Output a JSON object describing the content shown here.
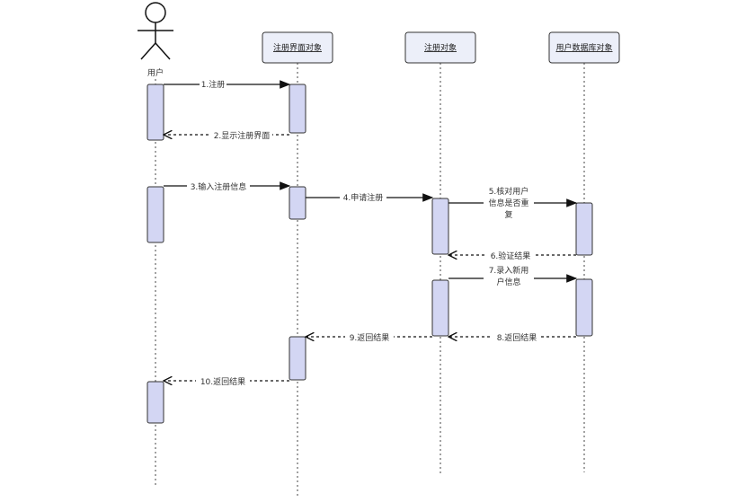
{
  "actor": {
    "label": "用户"
  },
  "objects": [
    {
      "label": "注册界面对象"
    },
    {
      "label": "注册对象"
    },
    {
      "label": "用户数据库对象"
    }
  ],
  "messages": [
    {
      "lines": [
        "1.注册"
      ]
    },
    {
      "lines": [
        "2.显示注册界面"
      ]
    },
    {
      "lines": [
        "3.输入注册信息"
      ]
    },
    {
      "lines": [
        "4.申请注册"
      ]
    },
    {
      "lines": [
        "5.核对用户",
        "信息是否重",
        "复"
      ]
    },
    {
      "lines": [
        "6.验证结果"
      ]
    },
    {
      "lines": [
        "7.录入新用",
        "户信息"
      ]
    },
    {
      "lines": [
        "8.返回结果"
      ]
    },
    {
      "lines": [
        "9.返回结果"
      ]
    },
    {
      "lines": [
        "10.返回结果"
      ]
    }
  ],
  "colors": {
    "activation_fill": "#d3d6f3",
    "header_fill": "#eceff9",
    "stroke": "#333333"
  }
}
